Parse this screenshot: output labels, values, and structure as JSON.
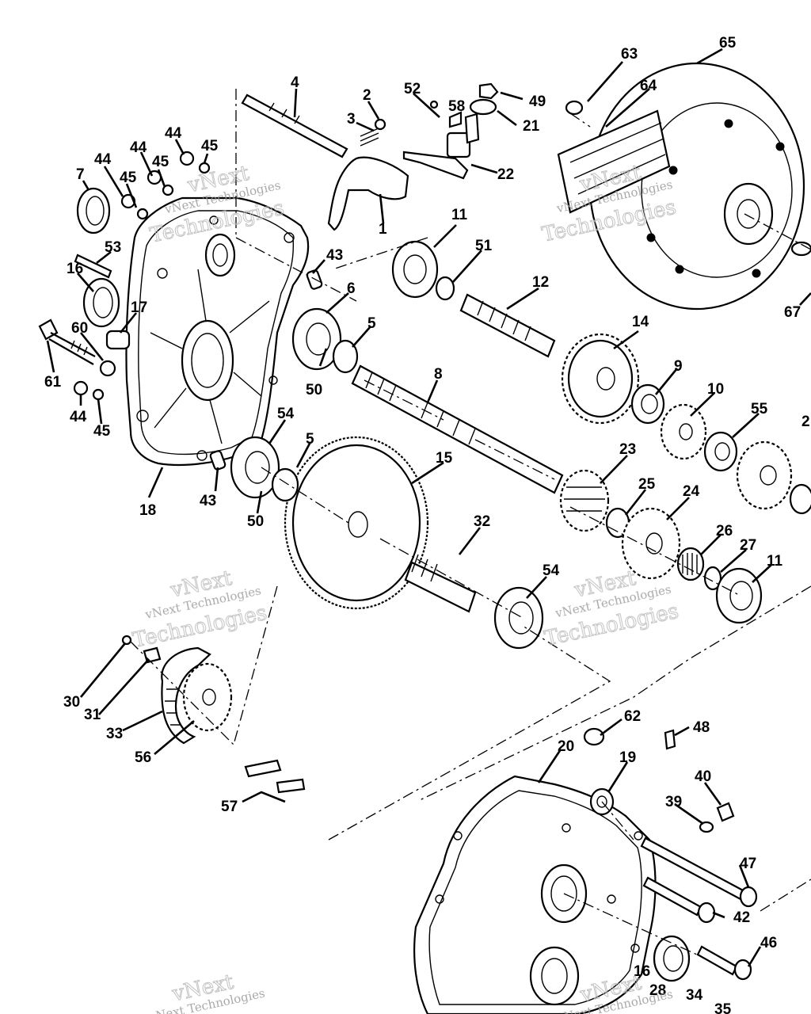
{
  "watermark": {
    "brand": "vNext",
    "tagline": "Technologies",
    "full": "vNext Technologies"
  },
  "callouts": [
    {
      "id": "c1",
      "text": "1"
    },
    {
      "id": "c2",
      "text": "2"
    },
    {
      "id": "c3",
      "text": "3"
    },
    {
      "id": "c4",
      "text": "4"
    },
    {
      "id": "c5a",
      "text": "5"
    },
    {
      "id": "c5b",
      "text": "5"
    },
    {
      "id": "c6",
      "text": "6"
    },
    {
      "id": "c7",
      "text": "7"
    },
    {
      "id": "c8",
      "text": "8"
    },
    {
      "id": "c9",
      "text": "9"
    },
    {
      "id": "c10",
      "text": "10"
    },
    {
      "id": "c11a",
      "text": "11"
    },
    {
      "id": "c11b",
      "text": "11"
    },
    {
      "id": "c12",
      "text": "12"
    },
    {
      "id": "c14",
      "text": "14"
    },
    {
      "id": "c15",
      "text": "15"
    },
    {
      "id": "c16a",
      "text": "16"
    },
    {
      "id": "c16b",
      "text": "16"
    },
    {
      "id": "c17",
      "text": "17"
    },
    {
      "id": "c18",
      "text": "18"
    },
    {
      "id": "c19",
      "text": "19"
    },
    {
      "id": "c20",
      "text": "20"
    },
    {
      "id": "c21",
      "text": "21"
    },
    {
      "id": "c22",
      "text": "22"
    },
    {
      "id": "c23",
      "text": "23"
    },
    {
      "id": "c24",
      "text": "24"
    },
    {
      "id": "c25",
      "text": "25"
    },
    {
      "id": "c26",
      "text": "26"
    },
    {
      "id": "c27",
      "text": "27"
    },
    {
      "id": "c28",
      "text": "28"
    },
    {
      "id": "c30",
      "text": "30"
    },
    {
      "id": "c31",
      "text": "31"
    },
    {
      "id": "c32",
      "text": "32"
    },
    {
      "id": "c33",
      "text": "33"
    },
    {
      "id": "c34",
      "text": "34"
    },
    {
      "id": "c35",
      "text": "35"
    },
    {
      "id": "c39",
      "text": "39"
    },
    {
      "id": "c40",
      "text": "40"
    },
    {
      "id": "c42",
      "text": "42"
    },
    {
      "id": "c43a",
      "text": "43"
    },
    {
      "id": "c43b",
      "text": "43"
    },
    {
      "id": "c44a",
      "text": "44"
    },
    {
      "id": "c44b",
      "text": "44"
    },
    {
      "id": "c44c",
      "text": "44"
    },
    {
      "id": "c44d",
      "text": "44"
    },
    {
      "id": "c45a",
      "text": "45"
    },
    {
      "id": "c45b",
      "text": "45"
    },
    {
      "id": "c45c",
      "text": "45"
    },
    {
      "id": "c45d",
      "text": "45"
    },
    {
      "id": "c46",
      "text": "46"
    },
    {
      "id": "c47",
      "text": "47"
    },
    {
      "id": "c48",
      "text": "48"
    },
    {
      "id": "c49",
      "text": "49"
    },
    {
      "id": "c50a",
      "text": "50"
    },
    {
      "id": "c50b",
      "text": "50"
    },
    {
      "id": "c51",
      "text": "51"
    },
    {
      "id": "c52",
      "text": "52"
    },
    {
      "id": "c53",
      "text": "53"
    },
    {
      "id": "c54a",
      "text": "54"
    },
    {
      "id": "c54b",
      "text": "54"
    },
    {
      "id": "c55",
      "text": "55"
    },
    {
      "id": "c56",
      "text": "56"
    },
    {
      "id": "c57",
      "text": "57"
    },
    {
      "id": "c58",
      "text": "58"
    },
    {
      "id": "c60",
      "text": "60"
    },
    {
      "id": "c61",
      "text": "61"
    },
    {
      "id": "c62",
      "text": "62"
    },
    {
      "id": "c63",
      "text": "63"
    },
    {
      "id": "c64",
      "text": "64"
    },
    {
      "id": "c65",
      "text": "65"
    },
    {
      "id": "c67",
      "text": "67"
    },
    {
      "id": "c2r",
      "text": "2"
    }
  ]
}
